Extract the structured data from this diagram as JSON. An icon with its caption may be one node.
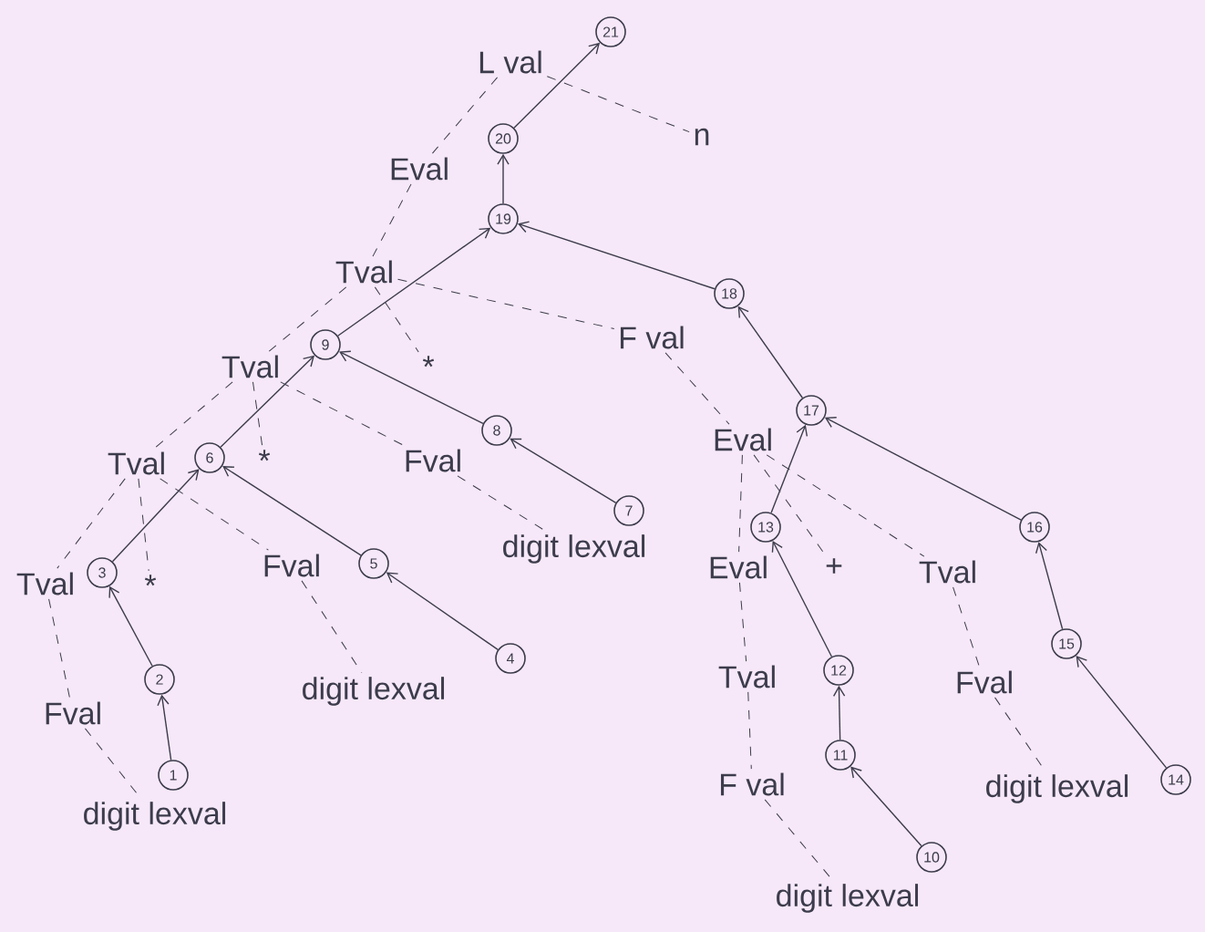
{
  "diagram": {
    "nodes": [
      {
        "text": [
          "1"
        ]
      },
      {
        "text": [
          "2"
        ]
      },
      {
        "text": [
          "3"
        ]
      },
      {
        "text": [
          "4"
        ]
      },
      {
        "text": [
          "5"
        ]
      },
      {
        "text": [
          "6"
        ]
      },
      {
        "text": [
          "7"
        ]
      },
      {
        "text": [
          "8"
        ]
      },
      {
        "text": [
          "9"
        ]
      },
      {
        "text": [
          "10"
        ]
      },
      {
        "text": [
          "11"
        ]
      },
      {
        "text": [
          "12"
        ]
      },
      {
        "text": [
          "13"
        ]
      },
      {
        "text": [
          "14"
        ]
      },
      {
        "text": [
          "15"
        ]
      },
      {
        "text": [
          "16"
        ]
      },
      {
        "text": [
          "17"
        ]
      },
      {
        "text": [
          "18"
        ]
      },
      {
        "text": [
          "19"
        ]
      },
      {
        "text": [
          "20"
        ]
      },
      {
        "text": [
          "21"
        ]
      },
      {
        "text": [
          "L val"
        ]
      },
      {
        "text": [
          "n"
        ]
      },
      {
        "text": [
          "Eval"
        ]
      },
      {
        "text": [
          "Tval"
        ]
      },
      {
        "text": [
          "*"
        ]
      },
      {
        "text": [
          "F val"
        ]
      },
      {
        "text": [
          "Tval"
        ]
      },
      {
        "text": [
          "*"
        ]
      },
      {
        "text": [
          "Fval"
        ]
      },
      {
        "text": [
          "Tval"
        ]
      },
      {
        "text": [
          "Tval"
        ]
      },
      {
        "text": [
          "*"
        ]
      },
      {
        "text": [
          "Fval"
        ]
      },
      {
        "text": [
          "Fval"
        ]
      },
      {
        "text": [
          "digit lexval"
        ]
      },
      {
        "text": [
          "digit lexval"
        ]
      },
      {
        "text": [
          "digit lexval"
        ]
      },
      {
        "text": [
          "Eval"
        ]
      },
      {
        "text": [
          "Eval"
        ]
      },
      {
        "text": [
          "+"
        ]
      },
      {
        "text": [
          "Tval"
        ]
      },
      {
        "text": [
          "Tval"
        ]
      },
      {
        "text": [
          "Fval"
        ]
      },
      {
        "text": [
          "F val"
        ]
      },
      {
        "text": [
          "digit lexval"
        ]
      },
      {
        "text": [
          "digit lexval"
        ]
      }
    ],
    "edges": [
      {
        "from": 0,
        "to": 1,
        "arrow": "to"
      },
      {
        "from": 1,
        "to": 2,
        "arrow": "to"
      },
      {
        "from": 2,
        "to": 5,
        "arrow": "to"
      },
      {
        "from": 3,
        "to": 4,
        "arrow": "to"
      },
      {
        "from": 4,
        "to": 5,
        "arrow": "to"
      },
      {
        "from": 5,
        "to": 8,
        "arrow": "to"
      },
      {
        "from": 6,
        "to": 7,
        "arrow": "to"
      },
      {
        "from": 7,
        "to": 8,
        "arrow": "to"
      },
      {
        "from": 8,
        "to": 18,
        "arrow": "to"
      },
      {
        "from": 9,
        "to": 10,
        "arrow": "to"
      },
      {
        "from": 10,
        "to": 11,
        "arrow": "to"
      },
      {
        "from": 11,
        "to": 12,
        "arrow": "to"
      },
      {
        "from": 12,
        "to": 16,
        "arrow": "to"
      },
      {
        "from": 13,
        "to": 14,
        "arrow": "to"
      },
      {
        "from": 14,
        "to": 15,
        "arrow": "to"
      },
      {
        "from": 15,
        "to": 16,
        "arrow": "to"
      },
      {
        "from": 16,
        "to": 17,
        "arrow": "to"
      },
      {
        "from": 17,
        "to": 18,
        "arrow": "to"
      },
      {
        "from": 18,
        "to": 19,
        "arrow": "to"
      },
      {
        "from": 19,
        "to": 20,
        "arrow": "to"
      },
      {
        "from": 21,
        "to": 23,
        "arrow": "none",
        "style": "dashed"
      },
      {
        "from": 21,
        "to": 22,
        "arrow": "none",
        "style": "dashed"
      },
      {
        "from": 23,
        "to": 24,
        "arrow": "none",
        "style": "dashed"
      },
      {
        "from": 24,
        "to": 27,
        "arrow": "none",
        "style": "dashed"
      },
      {
        "from": 24,
        "to": 25,
        "arrow": "none",
        "style": "dashed"
      },
      {
        "from": 24,
        "to": 26,
        "arrow": "none",
        "style": "dashed"
      },
      {
        "from": 27,
        "to": 30,
        "arrow": "none",
        "style": "dashed"
      },
      {
        "from": 27,
        "to": 28,
        "arrow": "none",
        "style": "dashed"
      },
      {
        "from": 27,
        "to": 29,
        "arrow": "none",
        "style": "dashed"
      },
      {
        "from": 30,
        "to": 31,
        "arrow": "none",
        "style": "dashed"
      },
      {
        "from": 30,
        "to": 32,
        "arrow": "none",
        "style": "dashed"
      },
      {
        "from": 30,
        "to": 33,
        "arrow": "none",
        "style": "dashed"
      },
      {
        "from": 31,
        "to": 34,
        "arrow": "none",
        "style": "dashed"
      },
      {
        "from": 34,
        "to": 35,
        "arrow": "none",
        "style": "dashed"
      },
      {
        "from": 33,
        "to": 36,
        "arrow": "none",
        "style": "dashed"
      },
      {
        "from": 29,
        "to": 37,
        "arrow": "none",
        "style": "dashed"
      },
      {
        "from": 26,
        "to": 38,
        "arrow": "none",
        "style": "dashed"
      },
      {
        "from": 38,
        "to": 39,
        "arrow": "none",
        "style": "dashed"
      },
      {
        "from": 38,
        "to": 40,
        "arrow": "none",
        "style": "dashed"
      },
      {
        "from": 38,
        "to": 41,
        "arrow": "none",
        "style": "dashed"
      },
      {
        "from": 39,
        "to": 42,
        "arrow": "none",
        "style": "dashed"
      },
      {
        "from": 42,
        "to": 44,
        "arrow": "none",
        "style": "dashed"
      },
      {
        "from": 44,
        "to": 46,
        "arrow": "none",
        "style": "dashed"
      },
      {
        "from": 41,
        "to": 43,
        "arrow": "none",
        "style": "dashed"
      },
      {
        "from": 43,
        "to": 45,
        "arrow": "none",
        "style": "dashed"
      }
    ]
  }
}
